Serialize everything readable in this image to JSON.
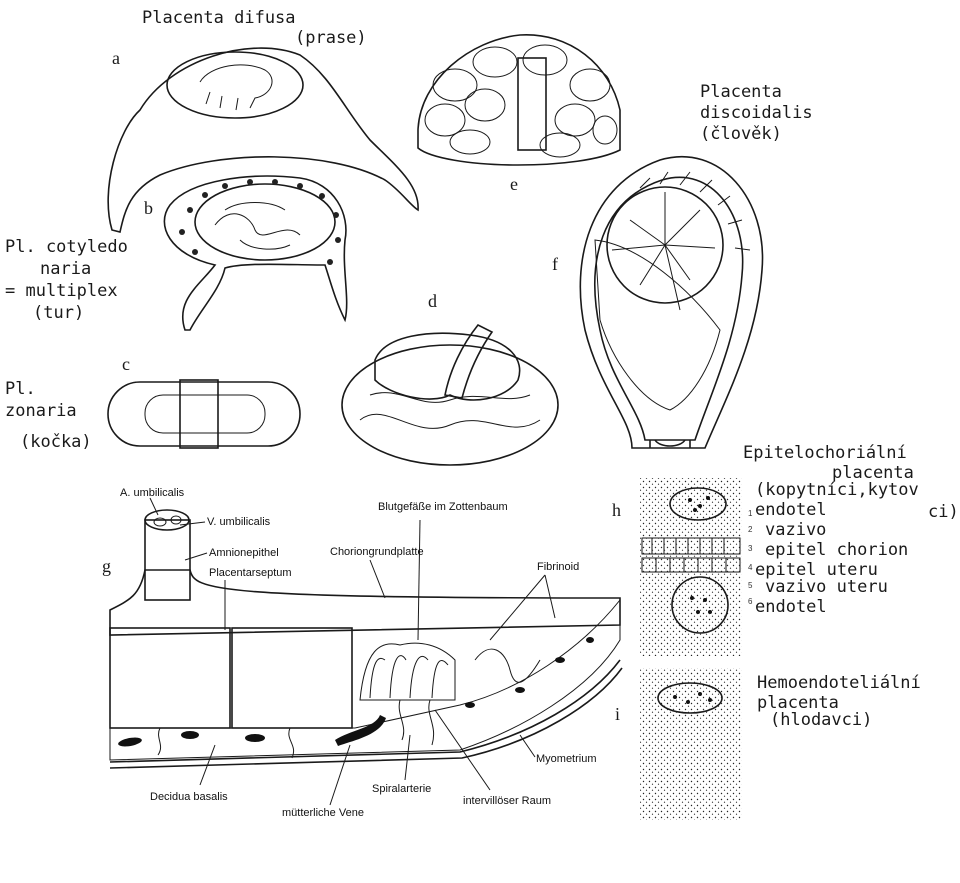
{
  "figures": {
    "a": {
      "letter": "a",
      "title": "Placenta difusa",
      "animal": "(prase)"
    },
    "b": {
      "letter": "b",
      "title_lines": [
        "Pl. cotyledo",
        "naria",
        "= multiplex",
        "(tur)"
      ]
    },
    "c": {
      "letter": "c",
      "title_lines": [
        "Pl.",
        "zonaria",
        "(kočka)"
      ]
    },
    "d": {
      "letter": "d"
    },
    "e": {
      "letter": "e"
    },
    "f": {
      "letter": "f",
      "title_lines": [
        "Placenta",
        "discoidalis",
        "(člověk)"
      ]
    },
    "g": {
      "letter": "g",
      "labels": {
        "a_umbilicalis": "A. umbilicalis",
        "v_umbilicalis": "V. umbilicalis",
        "amnionepithel": "Amnionepithel",
        "placentarseptum": "Placentarseptum",
        "choriongrundplatte": "Choriongrundplatte",
        "blutgefaesse": "Blutgefäße im Zottenbaum",
        "fibrinoid": "Fibrinoid",
        "myometrium": "Myometrium",
        "decidua_basalis": "Decidua basalis",
        "spiralarterie": "Spiralarterie",
        "muetterliche_vene": "mütterliche Vene",
        "intervilloeser_raum": "intervillöser Raum"
      }
    },
    "h": {
      "letter": "h",
      "title_lines": [
        "Epitelochoriální",
        "placenta",
        "(kopytníci,kytov",
        "ci)"
      ],
      "layers": [
        "endotel",
        "vazivo",
        "epitel chorion",
        "epitel uteru",
        "vazivo uteru",
        "endotel"
      ],
      "numbers": [
        "1",
        "2",
        "3",
        "4",
        "5",
        "6"
      ]
    },
    "i": {
      "letter": "i",
      "title_lines": [
        "Hemoendoteliální",
        "placenta",
        "(hlodavci)"
      ]
    }
  }
}
